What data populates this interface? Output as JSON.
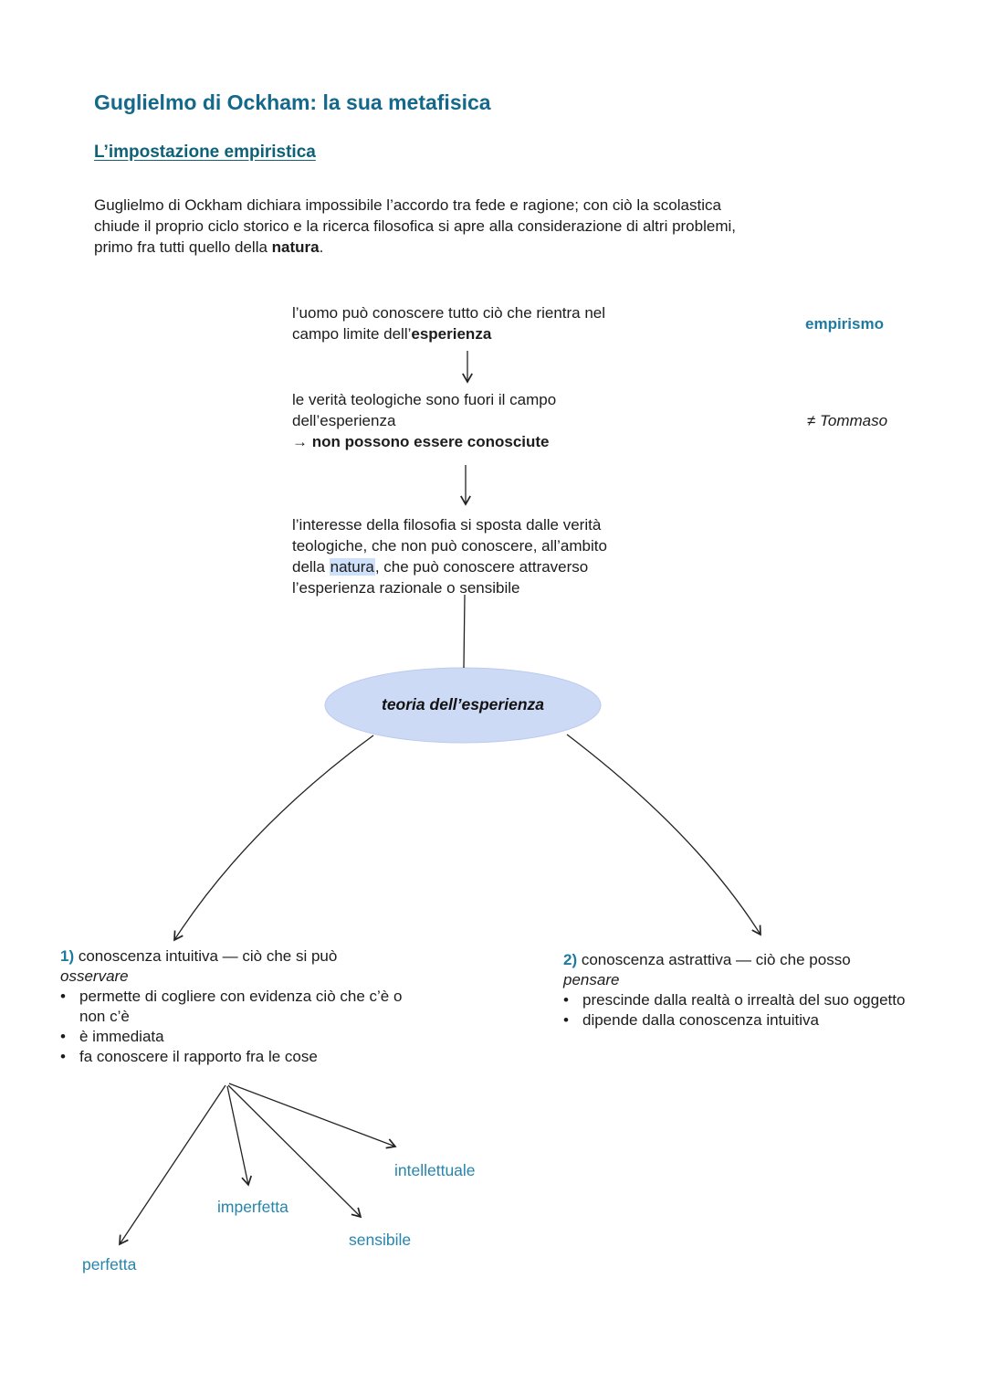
{
  "page": {
    "title": "Guglielmo di Ockham: la sua metafisica",
    "subtitle": "L’impostazione empiristica"
  },
  "intro": {
    "line1": "Guglielmo di Ockham dichiara impossibile l’accordo tra fede e ragione; con ciò la scolastica",
    "line2": "chiude il proprio ciclo storico e la ricerca filosofica si apre alla considerazione di altri problemi,",
    "line3_pre": "primo fra tutti quello della ",
    "line3_bold": "natura",
    "line3_end": "."
  },
  "flow": {
    "block1": {
      "line1": "l’uomo può conoscere tutto ciò che rientra nel",
      "line2_pre": "campo limite dell’",
      "line2_bold": "esperienza"
    },
    "side1": "empirismo",
    "block2": {
      "line1": "le verità teologiche sono fuori il campo",
      "line2": "dell’esperienza",
      "line3_arrow": "→ ",
      "line3_bold": "non possono essere conosciute"
    },
    "side2": "≠ Tommaso",
    "block3": {
      "line1": "l’interesse della filosofia si sposta dalle verità",
      "line2": "teologiche, che non può conoscere, all’ambito",
      "line3_pre": "della ",
      "line3_highlight": "natura",
      "line3_post": ", che può conoscere attraverso",
      "line4": "l’esperienza razionale o sensibile"
    },
    "ellipse_label": "teoria dell’esperienza"
  },
  "branch1": {
    "num": "1)",
    "title_rest": " conoscenza intuitiva — ciò che si può",
    "title_verb": "osservare",
    "bullet1_line1": "permette di cogliere con evidenza ciò che c’è o",
    "bullet1_line2": "non c’è",
    "bullet2": "è immediata",
    "bullet3": "fa conoscere il rapporto fra le cose"
  },
  "branch2": {
    "num": "2)",
    "title_rest": " conoscenza astrattiva — ciò che posso",
    "title_verb": "pensare",
    "bullet1": "prescinde dalla realtà o irrealtà del suo oggetto",
    "bullet2": "dipende dalla conoscenza intuitiva"
  },
  "leaves": [
    "perfetta",
    "imperfetta",
    "sensibile",
    "intellettuale"
  ],
  "ui": {
    "bullet": "•"
  },
  "colors": {
    "title": "#14688b",
    "subtitle": "#0e6176",
    "accent_label": "#1e7a9f",
    "leaf_label": "#2685ad",
    "ellipse_fill": "#ccdaf5",
    "highlight": "#cfe0fa",
    "line": "#222222"
  }
}
